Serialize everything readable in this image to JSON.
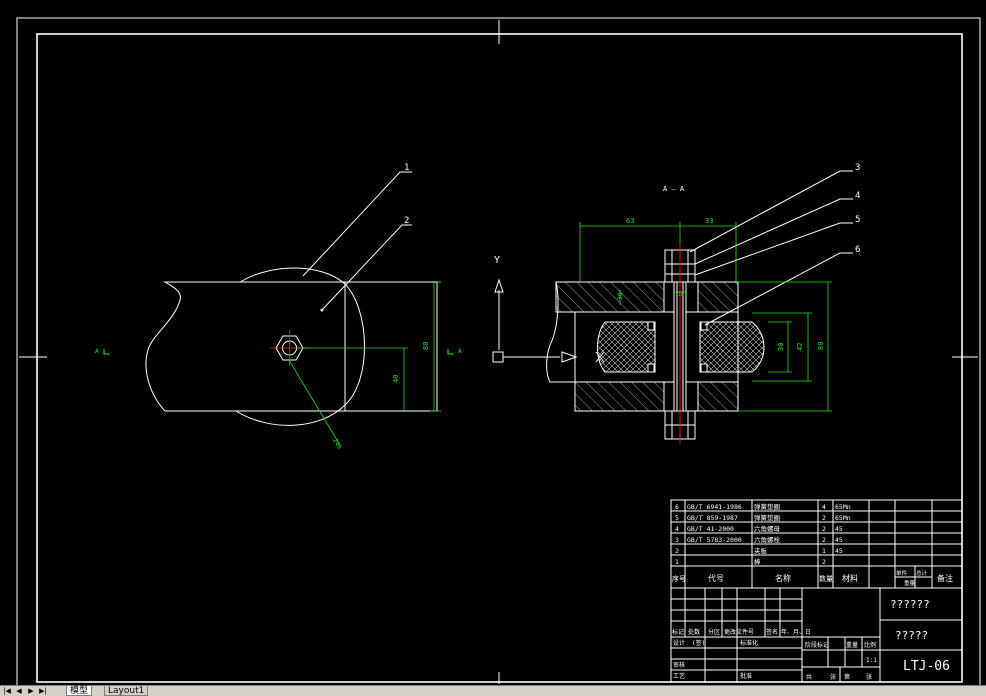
{
  "view_title": "A — A",
  "section_marks": {
    "left": "A",
    "right": "A"
  },
  "balloons": [
    "1",
    "2",
    "3",
    "4",
    "5",
    "6"
  ],
  "ucs_label": "Y",
  "dimensions": {
    "left_height": "80",
    "left_half": "40",
    "left_diagonal": "240",
    "right_top_a": "63",
    "right_top_b": "33",
    "right_vertical": "80",
    "inner_height": "30",
    "inner_height_b": "42",
    "small_a": "38",
    "small_b": "16"
  },
  "bom": {
    "rows": [
      {
        "no": "6",
        "code": "GB/T 6941-1986",
        "name": "弹簧垫圈",
        "qty": "4",
        "material": "65Mn"
      },
      {
        "no": "5",
        "code": "GB/T 859-1987",
        "name": "弹簧垫圈",
        "qty": "2",
        "material": "65Mn"
      },
      {
        "no": "4",
        "code": "GB/T 41-2000",
        "name": "六角螺母",
        "qty": "2",
        "material": "45"
      },
      {
        "no": "3",
        "code": "GB/T 5783-2000",
        "name": "六角螺栓",
        "qty": "2",
        "material": "45"
      },
      {
        "no": "2",
        "code": "",
        "name": "夹板",
        "qty": "1",
        "material": "45"
      },
      {
        "no": "1",
        "code": "",
        "name": "棒",
        "qty": "2",
        "material": ""
      }
    ],
    "header": {
      "no": "序号",
      "code": "代号",
      "name": "名称",
      "qty": "数量",
      "material": "材料",
      "weight_a": "单件",
      "weight_b": "总计",
      "weight_c": "重量",
      "remark": "备注"
    }
  },
  "title_block": {
    "name_placeholder": "??????",
    "company_placeholder": "?????",
    "drawing_no": "LTJ-06",
    "scale": "1:1",
    "row_labels": [
      "标记",
      "处数",
      "分区",
      "更改文件号",
      "签名",
      "年、月、日"
    ],
    "design": "设计",
    "design_mark": "(签)",
    "standard": "标准化",
    "audit": "审核",
    "process": "工艺",
    "approve": "批准",
    "stage_label": "阶段标记",
    "weight_label": "重量",
    "ratio_label": "比例",
    "sheets": "共",
    "sheet_label": "张",
    "sheet_of": "第",
    "sheet_of_label": "张"
  },
  "tabs": {
    "model": "模型",
    "layout": "Layout1"
  }
}
